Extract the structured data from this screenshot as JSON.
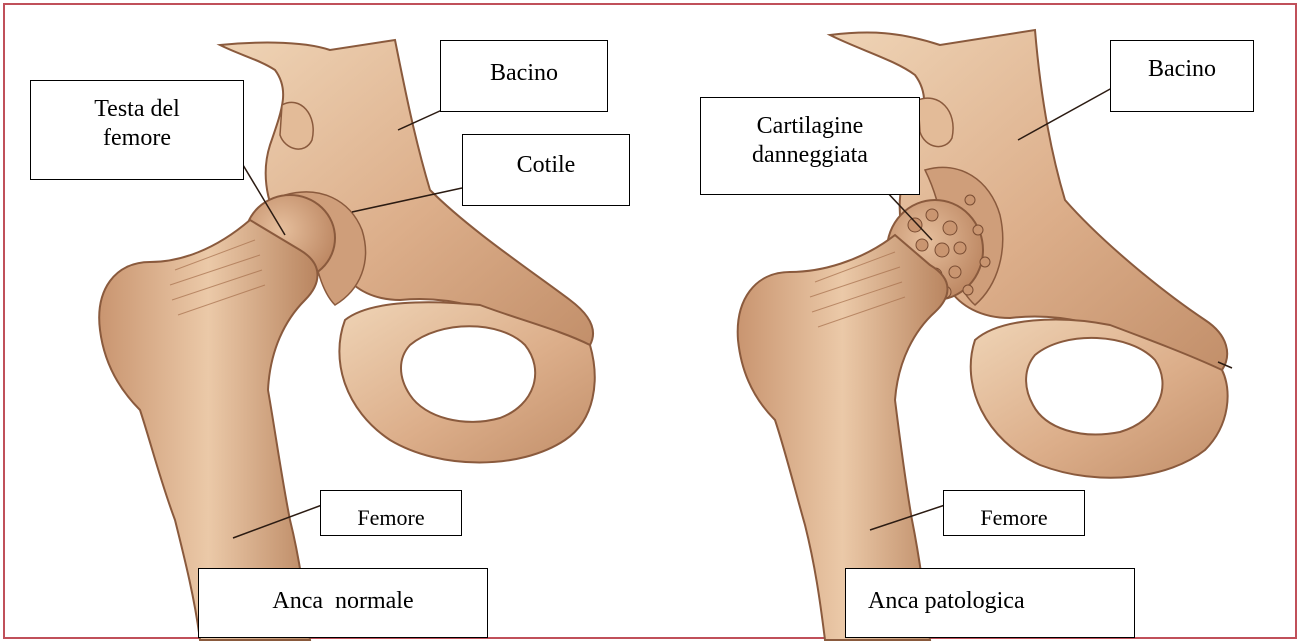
{
  "colors": {
    "border": "#c0505a",
    "bone_light": "#e8c7a6",
    "bone_mid": "#d7a885",
    "bone_dark": "#b07c5a",
    "bone_outline": "#8a5a3d",
    "label_line": "#2b1b12"
  },
  "left_panel": {
    "bacino": "Bacino",
    "testa_femore": "Testa del\nfemore",
    "cotile": "Cotile",
    "femore": "Femore",
    "caption": "Anca  normale"
  },
  "right_panel": {
    "bacino": "Bacino",
    "cartilagine": "Cartilagine\ndanneggiata",
    "femore": "Femore",
    "caption": "Anca patologica"
  }
}
